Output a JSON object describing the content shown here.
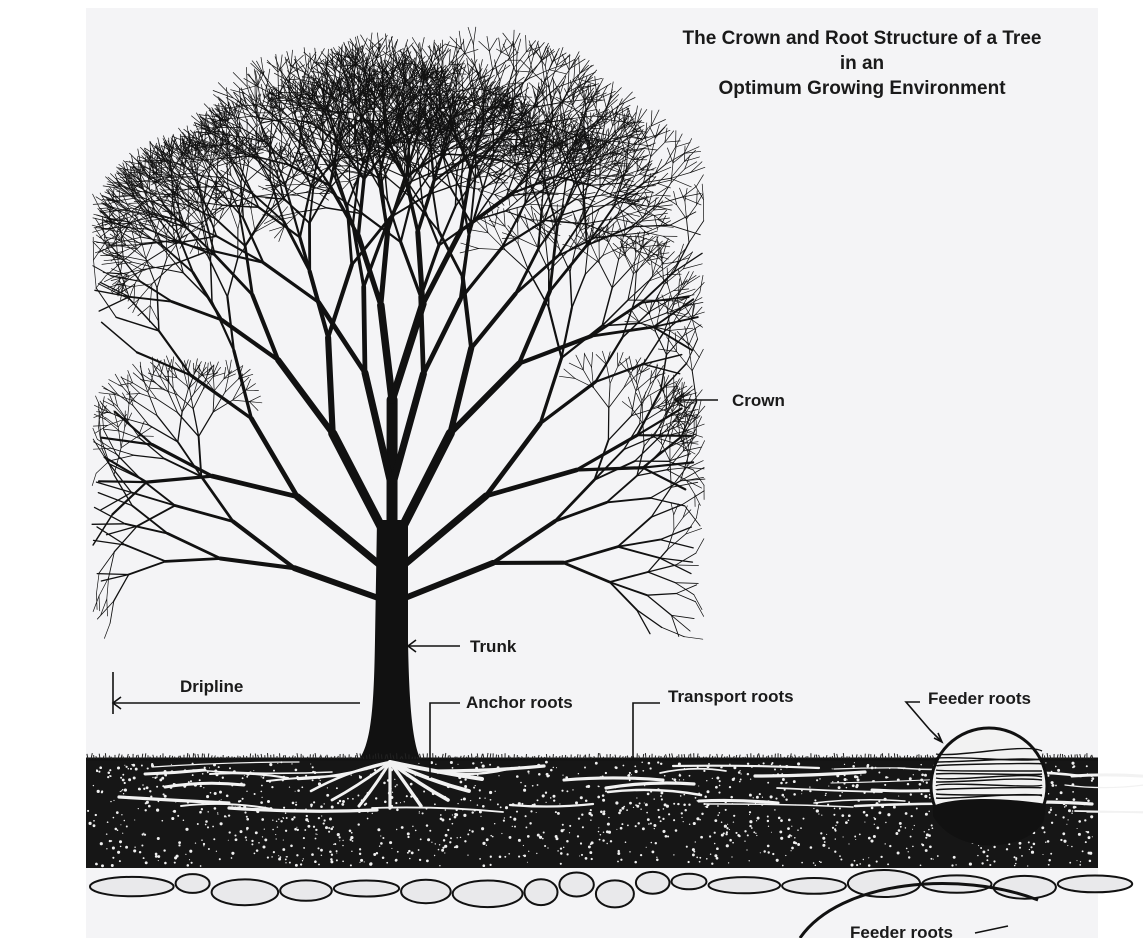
{
  "title": {
    "line1": "The Crown and Root Structure of a Tree",
    "line2": "in an",
    "line3": "Optimum Growing Environment"
  },
  "labels": {
    "crown": "Crown",
    "trunk": "Trunk",
    "dripline": "Dripline",
    "anchor_roots": "Anchor roots",
    "transport_roots": "Transport roots",
    "feeder_roots": "Feeder roots",
    "feeder_roots_bottom": "Feeder roots"
  },
  "colors": {
    "ink": "#111111",
    "paper": "#f4f4f6"
  }
}
